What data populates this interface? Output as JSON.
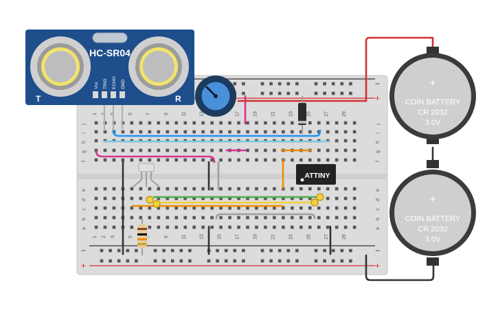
{
  "sensor": {
    "title": "HC-SR04",
    "corner_left": "T",
    "corner_right": "R",
    "pins": [
      "Vcc",
      "TRIG",
      "ECHO",
      "GND"
    ]
  },
  "breadboard": {
    "columns": 30,
    "rows_top": [
      "j",
      "i",
      "h",
      "g",
      "f"
    ],
    "rows_bottom": [
      "e",
      "d",
      "c",
      "b",
      "a"
    ],
    "plus": "+",
    "minus": "−"
  },
  "chip": {
    "label": "ATTINY"
  },
  "batteries": [
    {
      "line1": "COIN BATTERY",
      "line2": "CR 2032",
      "line3": "3.0V",
      "plus": "+"
    },
    {
      "line1": "COIN BATTERY",
      "line2": "CR 2032",
      "line3": "3.0V",
      "plus": "+"
    }
  ],
  "colors": {
    "breadboard": "#dcdcdc",
    "sensor_board": "#1f4e8c",
    "wire_red": "#d32f2f",
    "wire_blue": "#2196f3",
    "wire_lightblue": "#7ec8e3",
    "wire_magenta": "#d6338f",
    "wire_orange": "#f08c00",
    "wire_green": "#4caf50",
    "wire_yellow": "#f4d03f",
    "wire_gray": "#9e9e9e",
    "wire_black": "#333333"
  }
}
